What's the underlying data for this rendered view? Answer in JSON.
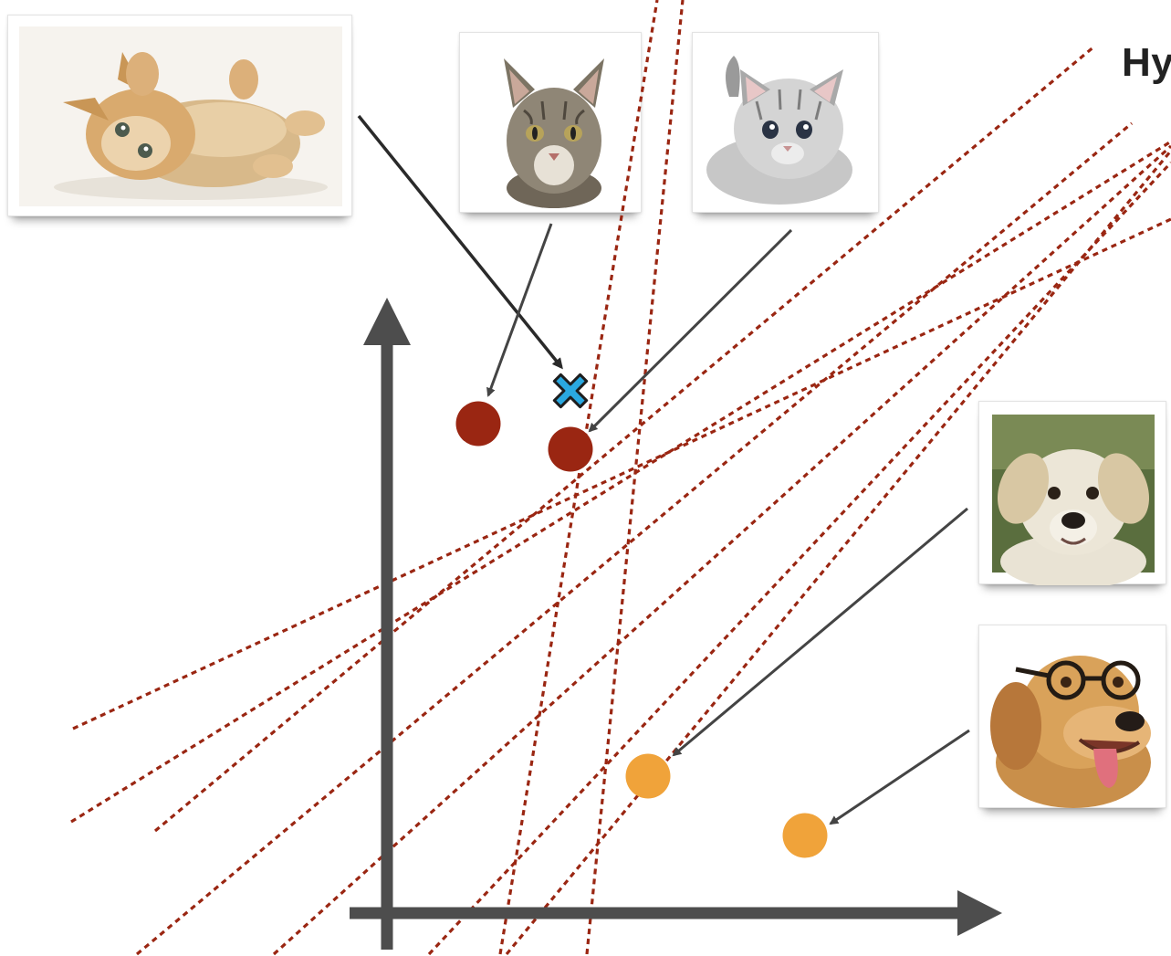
{
  "title": "Hy",
  "colors": {
    "axis": "#4d4d4d",
    "cat_point": "#9a2612",
    "dog_point": "#f0a33a",
    "query_marker": "#2aa8e0",
    "hyperplane": "#9a2612",
    "arrow": "#444444",
    "arrow_dark": "#2a2a2a"
  },
  "photos": [
    {
      "id": "kitten-lying",
      "subject": "cat",
      "icon": "kitten-photo"
    },
    {
      "id": "tabby-cat",
      "subject": "cat",
      "icon": "cat-photo"
    },
    {
      "id": "grey-kitten",
      "subject": "cat",
      "icon": "kitten-photo"
    },
    {
      "id": "puppy",
      "subject": "dog",
      "icon": "puppy-photo"
    },
    {
      "id": "dog-with-glasses",
      "subject": "dog",
      "icon": "dog-photo"
    }
  ],
  "points": [
    {
      "class": "cat",
      "icon": "dot"
    },
    {
      "class": "cat",
      "icon": "dot"
    },
    {
      "class": "dog",
      "icon": "dot"
    },
    {
      "class": "dog",
      "icon": "dot"
    },
    {
      "class": "query",
      "icon": "x-marker"
    }
  ]
}
